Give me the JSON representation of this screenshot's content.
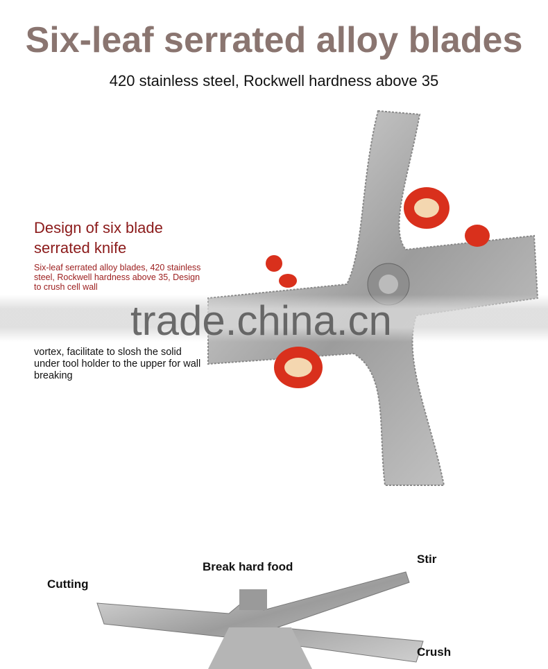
{
  "header": {
    "title": "Six-leaf serrated alloy blades",
    "subtitle": "420 stainless steel, Rockwell hardness above 35"
  },
  "feature": {
    "heading_line1": "Design of six blade",
    "heading_line2": "serrated knife",
    "description": "Six-leaf serrated alloy blades, 420 stainless steel, Rockwell hardness above 35,  Design to crush cell wall",
    "description_cont": "vortex, facilitate to slosh the solid under tool holder to the upper for wall breaking"
  },
  "watermark": "trade.china.cn",
  "diagram_labels": {
    "cutting": "Cutting",
    "break": "Break hard food",
    "stir": "Stir",
    "crush": "Crush"
  },
  "colors": {
    "title": "#8a7570",
    "heading": "#8b1a1a",
    "steel": "#a9a9a9",
    "pepper": "#d9301c"
  }
}
